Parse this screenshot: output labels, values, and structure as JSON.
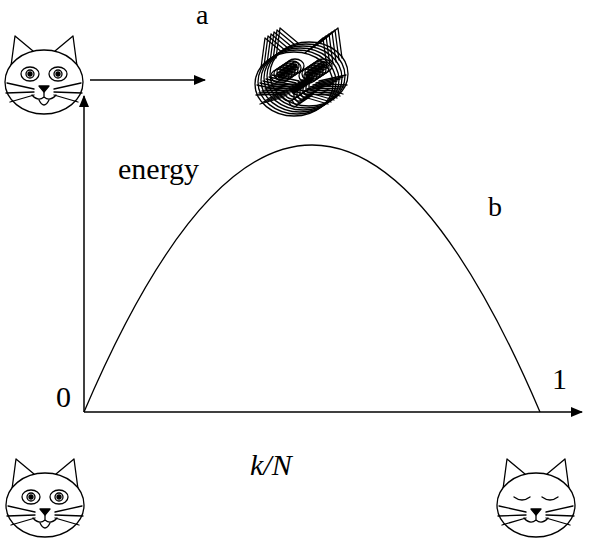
{
  "diagram": {
    "labels": [
      "a",
      "energy",
      "b",
      "0",
      "1",
      "k/N"
    ]
  }
}
